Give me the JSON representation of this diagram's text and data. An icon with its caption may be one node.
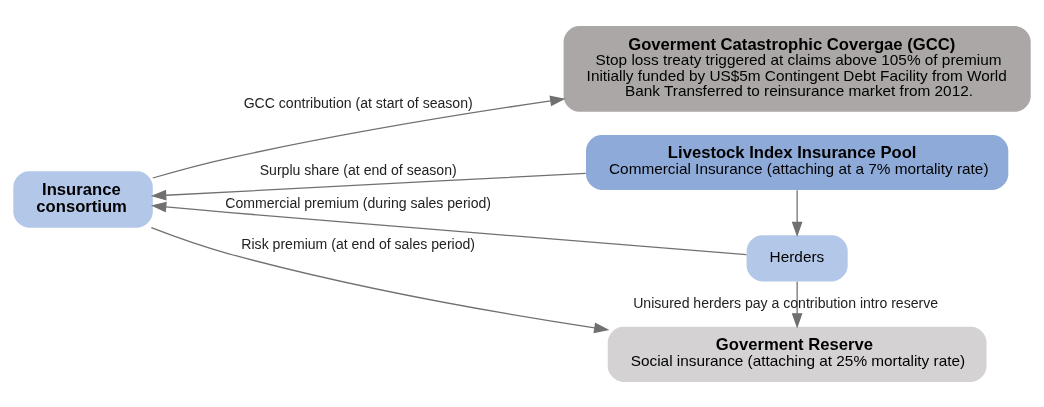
{
  "diagram": {
    "nodes": [
      {
        "text": [
          "Insurance consortium"
        ]
      },
      {
        "text": [
          "Goverment Catastrophic Covergae (GCC)",
          "Stop loss treaty triggered at claims above 105% of premium Initially funded by US$5m Contingent Debt Facility from World Bank Transferred to reinsurance market from 2012."
        ]
      },
      {
        "text": [
          "Goverment Reserve",
          "Social insurance (attaching at 25% mortality rate)"
        ]
      },
      {
        "text": [
          "Livestock Index Insurance Pool",
          "Commercial Insurance (attaching at a 7% mortality rate)"
        ]
      },
      {
        "text": [
          "Herders"
        ]
      }
    ],
    "edges": [
      {
        "from": 0,
        "to": 1,
        "arrow": "to",
        "label": "GCC contribution (at start of season)"
      },
      {
        "from": 0,
        "to": 2,
        "arrow": "to",
        "label": "Risk premium (at end of sales period)"
      },
      {
        "from": 3,
        "to": 0,
        "arrow": "to",
        "label": "Surplu share (at end of season)"
      },
      {
        "from": 3,
        "to": 4,
        "arrow": "to"
      },
      {
        "from": 4,
        "to": 0,
        "arrow": "to",
        "label": "Commercial premium (during sales period)"
      },
      {
        "from": 4,
        "to": 2,
        "arrow": "to",
        "label": "Unisured herders pay a contribution intro reserve"
      }
    ]
  }
}
